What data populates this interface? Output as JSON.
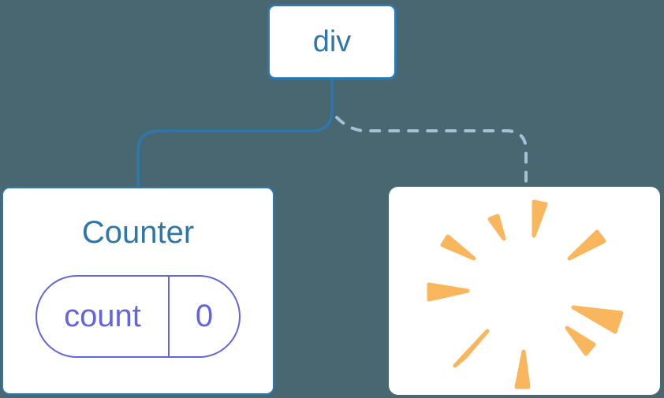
{
  "diagram": {
    "description": "component tree: div root with one kept child (Counter with state) and one removed child (poof)",
    "root_node": {
      "label": "div"
    },
    "children": [
      {
        "id": "counter",
        "title": "Counter",
        "state": {
          "key": "count",
          "value": "0"
        }
      },
      {
        "id": "removed",
        "icon": "poof-starburst"
      }
    ],
    "edges": [
      {
        "from": "div",
        "to": "Counter",
        "style": "solid"
      },
      {
        "from": "div",
        "to": "removed",
        "style": "dashed"
      }
    ],
    "colors": {
      "background": "#496771",
      "node_fill": "#ffffff",
      "node_border": "#2b79b1",
      "edge_solid": "#2b79b1",
      "edge_dashed": "#a3c2d7",
      "label_text": "#2f77a8",
      "state_accent": "#6265dc",
      "poof": "#f9b65c"
    }
  }
}
